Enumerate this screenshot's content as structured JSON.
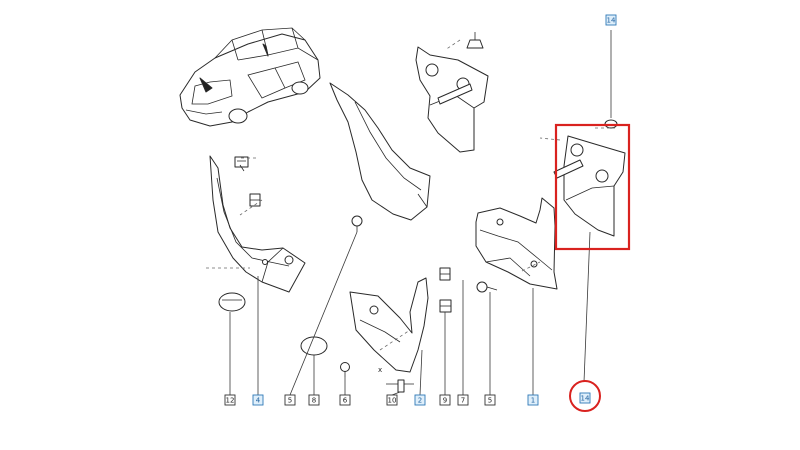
{
  "callouts": [
    {
      "label": "12",
      "highlighted": false
    },
    {
      "label": "4",
      "highlighted": true
    },
    {
      "label": "5",
      "highlighted": false
    },
    {
      "label": "8",
      "highlighted": false
    },
    {
      "label": "6",
      "highlighted": false
    },
    {
      "label": "10",
      "highlighted": false
    },
    {
      "label": "2",
      "highlighted": true
    },
    {
      "label": "9",
      "highlighted": false
    },
    {
      "label": "7",
      "highlighted": false
    },
    {
      "label": "5",
      "highlighted": false
    },
    {
      "label": "1",
      "highlighted": true
    },
    {
      "label": "14",
      "highlighted": true
    },
    {
      "label": "14",
      "highlighted": true
    }
  ],
  "annotation_mark": "x",
  "colors": {
    "highlight_red": "#d9221f",
    "callout_blue": "#2f78b7",
    "line": "#2a2a2a"
  }
}
